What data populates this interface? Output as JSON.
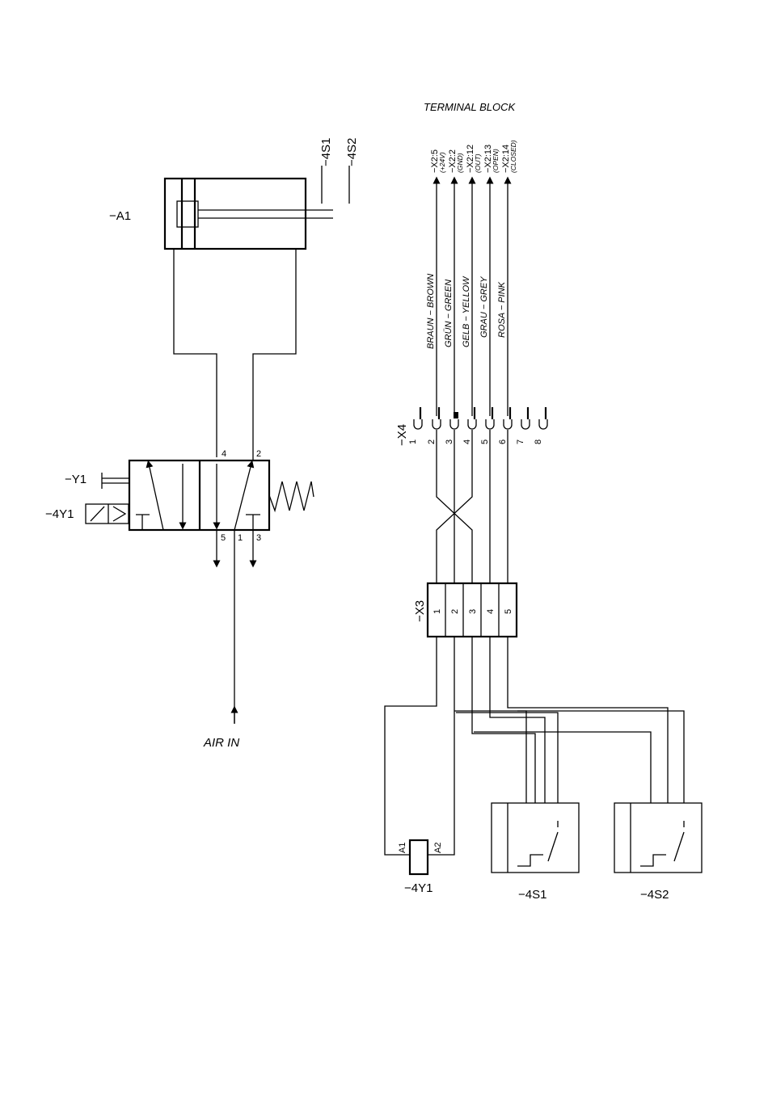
{
  "pneumatic": {
    "cylinder_label": "−A1",
    "sensor_labels": [
      "−4S1",
      "−4S2"
    ],
    "valve_manual_label": "−Y1",
    "valve_solenoid_label": "−4Y1",
    "ports": {
      "p4": "4",
      "p2": "2",
      "p5": "5",
      "p1": "1",
      "p3": "3"
    },
    "air_in_label": "AIR  IN"
  },
  "electrical": {
    "title": "TERMINAL  BLOCK",
    "terminals": [
      {
        "id": "−X2:5",
        "note": "(+24V)"
      },
      {
        "id": "−X2:2",
        "note": "(GND)"
      },
      {
        "id": "−X2:12",
        "note": "(OUT)"
      },
      {
        "id": "−X2:13",
        "note": "(OPEN)"
      },
      {
        "id": "−X2:14",
        "note": "(CLOSED)"
      }
    ],
    "wires": [
      "BRAUN  −  BROWN",
      "GRÜN  −  GREEN",
      "GELB  −  YELLOW",
      "GRAU  −  GREY",
      "ROSA  −  PINK"
    ],
    "connector_x4": {
      "label": "−X4",
      "pins": [
        "1",
        "2",
        "3",
        "4",
        "5",
        "6",
        "7",
        "8"
      ]
    },
    "strip_x3": {
      "label": "−X3",
      "cells": [
        "1",
        "2",
        "3",
        "4",
        "5"
      ]
    },
    "coil": {
      "label": "−4Y1",
      "a1": "A1",
      "a2": "A2"
    },
    "sensors": [
      {
        "label": "−4S1"
      },
      {
        "label": "−4S2"
      }
    ]
  }
}
